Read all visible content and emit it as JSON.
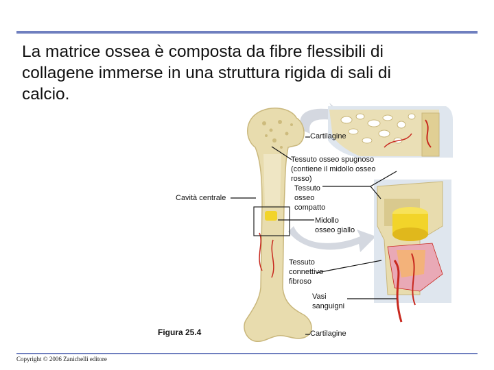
{
  "title": "La matrice ossea è composta da fibre flessibili di collagene immerse in una struttura rigida di sali di calcio.",
  "figure_label": "Figura 25.4",
  "copyright": "Copyright © 2006 Zanichelli editore",
  "labels": {
    "cartilagine_top": "Cartilagine",
    "tessuto_spugnoso": "Tessuto osseo spugnoso\n(contiene il midollo osseo\nrosso)",
    "tessuto_compatto": "Tessuto\nosseo\ncompatto",
    "cavita_centrale": "Cavità centrale",
    "midollo_giallo": "Midollo\nosseo giallo",
    "tessuto_connettivo": "Tessuto\nconnettivo\nfibroso",
    "vasi_sanguigni": "Vasi\nsanguigni",
    "cartilagine_bottom": "Cartilagine"
  },
  "colors": {
    "rule_lines": "#6f7fbf",
    "bone": "#e8dcae",
    "bone_dark": "#c9b77c",
    "marrow_yellow": "#f2d42a",
    "vessel_red": "#c8281e",
    "connective_pink": "#e9a9b6",
    "arrow_grey": "#d4d8e0"
  }
}
